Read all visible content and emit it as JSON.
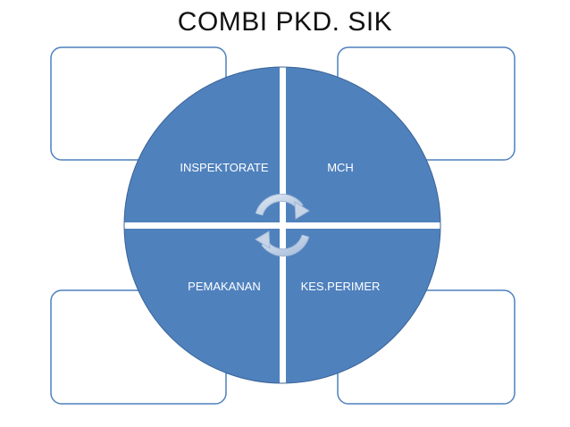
{
  "slide": {
    "title": "COMBI PKD. SIK"
  },
  "diagram": {
    "type": "matrix-cycle",
    "quadrants": [
      {
        "label": "INSPEKTORATE",
        "position": "top-left"
      },
      {
        "label": "MCH",
        "position": "top-right"
      },
      {
        "label": "PEMAKANAN",
        "position": "bottom-left"
      },
      {
        "label": "KES.PERIMER",
        "position": "bottom-right"
      }
    ],
    "side_boxes": [
      {
        "position": "top-left",
        "text": ""
      },
      {
        "position": "top-right",
        "text": ""
      },
      {
        "position": "bottom-left",
        "text": ""
      },
      {
        "position": "bottom-right",
        "text": ""
      }
    ],
    "colors": {
      "fill": "#4f81bd",
      "stroke": "#3a6496",
      "box_stroke": "#4f81bd",
      "divider": "#ffffff",
      "arrow": "#c6d4e6"
    },
    "icons": [
      "cycle-arrow-clockwise-icon",
      "cycle-arrow-counterclockwise-icon"
    ]
  }
}
